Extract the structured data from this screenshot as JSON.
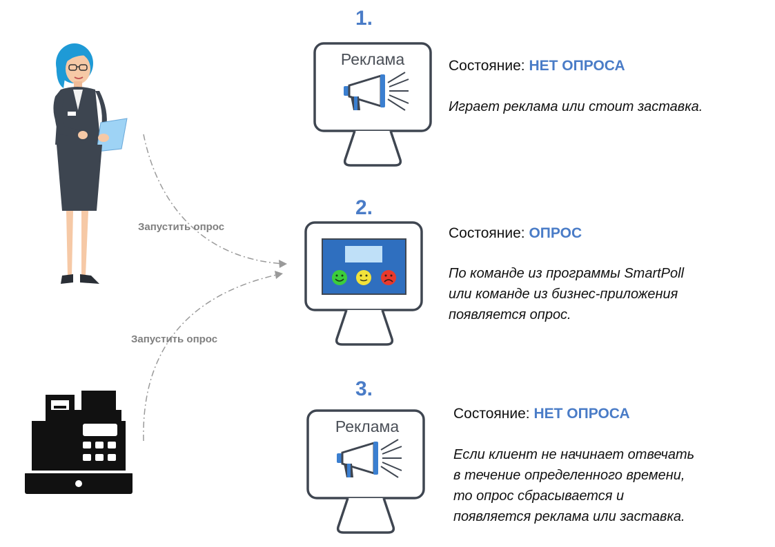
{
  "steps": [
    {
      "number": "1.",
      "screen_label": "Реклама",
      "state_prefix": "Состояние: ",
      "state_value": "НЕТ ОПРОСА",
      "description": [
        "Играет реклама или стоит заставка."
      ]
    },
    {
      "number": "2.",
      "state_prefix": "Состояние: ",
      "state_value": "ОПРОС",
      "description": [
        "По команде из программы SmartPoll",
        "или команде из бизнес-приложения",
        "появляется опрос."
      ]
    },
    {
      "number": "3.",
      "screen_label": "Реклама",
      "state_prefix": "Состояние: ",
      "state_value": "НЕТ ОПРОСА",
      "description": [
        "Если клиент не начинает отвечать",
        "в течение определенного времени,",
        "то опрос сбрасывается и",
        "появляется реклама или заставка."
      ]
    }
  ],
  "arrows": {
    "from_person_label": "Запустить опрос",
    "from_register_label": "Запустить опрос"
  },
  "colors": {
    "accent": "#4a7cc7",
    "monitor_outline": "#3f4651",
    "poll_screen": "#2f6fbf",
    "smiley_good": "#3ccd3c",
    "smiley_neutral": "#f2e23a",
    "smiley_bad": "#e83a2c"
  }
}
